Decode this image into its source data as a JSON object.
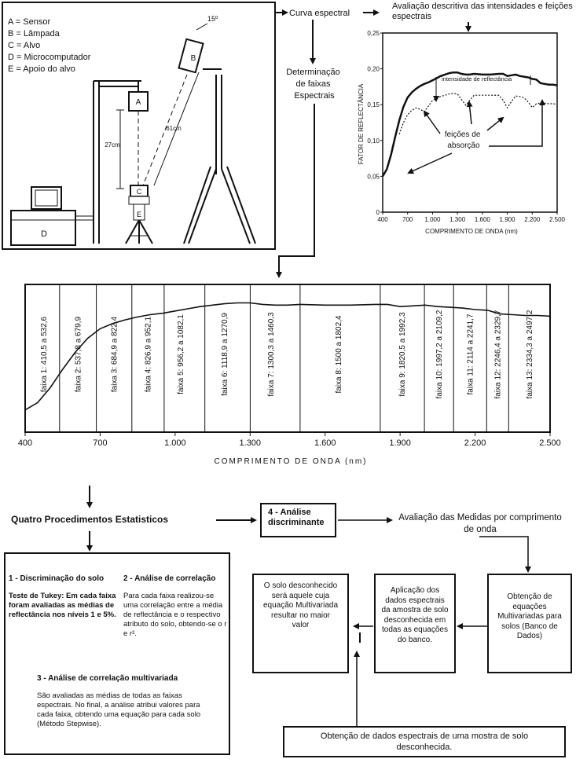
{
  "legend": [
    "A = Sensor",
    "B = Lâmpada",
    "C = Alvo",
    "D = Microcomputador",
    "E = Apoio do alvo"
  ],
  "setup": {
    "angle": "15º",
    "dist_vertical": "27cm",
    "dist_diag": "61cm",
    "tags": {
      "a": "A",
      "b": "B",
      "c": "C",
      "d": "D",
      "e": "E"
    }
  },
  "flow_top": {
    "curva": "Curva espectral",
    "avaliacao": "Avaliação descritiva das intensidades e feições espectrais",
    "determinacao": [
      "Determinação",
      "de faixas",
      "Espectrais"
    ]
  },
  "small_chart": {
    "ylabel": "FATOR DE REFLECTÂNCIA",
    "xlabel": "COMPRIMENTO DE ONDA (nm)",
    "yticks": [
      "0,25",
      "0,20",
      "0,15",
      "0,10",
      "0,05",
      "0"
    ],
    "xticks": [
      "400",
      "700",
      "1.000",
      "1.300",
      "1.600",
      "1.900",
      "2.200",
      "2.500"
    ],
    "annot_intensidade": "intensidade de reflectância",
    "annot_feicoes": [
      "feições de",
      "absorção"
    ]
  },
  "chart_data": {
    "type": "line",
    "xlabel": "COMPRIMENTO DE ONDA (nm)",
    "xticks": [
      "400",
      "700",
      "1.000",
      "1.300",
      "1.600",
      "1.900",
      "2.200",
      "2.500"
    ],
    "xlim": [
      400,
      2500
    ],
    "series": [
      {
        "x": [
          400,
          450,
          500,
          550,
          600,
          650,
          700,
          750,
          800,
          850,
          900,
          950,
          1000,
          1050,
          1100,
          1150,
          1200,
          1250,
          1300,
          1350,
          1400,
          1450,
          1500,
          1600,
          1700,
          1800,
          1850,
          1900,
          1950,
          2000,
          2050,
          2100,
          2150,
          2200,
          2250,
          2300,
          2350,
          2400,
          2450,
          2500
        ],
        "values": [
          0.05,
          0.06,
          0.08,
          0.105,
          0.128,
          0.147,
          0.16,
          0.167,
          0.172,
          0.176,
          0.179,
          0.181,
          0.184,
          0.187,
          0.19,
          0.192,
          0.194,
          0.195,
          0.195,
          0.193,
          0.192,
          0.192,
          0.193,
          0.192,
          0.192,
          0.193,
          0.193,
          0.19,
          0.191,
          0.192,
          0.19,
          0.189,
          0.188,
          0.186,
          0.185,
          0.18,
          0.179,
          0.178,
          0.178,
          0.177
        ]
      }
    ],
    "bands": [
      {
        "label": "faixa 1: 410,5 a 532,6",
        "from": 410.5,
        "to": 532.6
      },
      {
        "label": "faixa 2: 537,8 a 679,9",
        "from": 537.8,
        "to": 679.9
      },
      {
        "label": "faixa 3: 684,9 a 822,4",
        "from": 684.9,
        "to": 822.4
      },
      {
        "label": "faixa 4: 826,9 a 952,1",
        "from": 826.9,
        "to": 952.1
      },
      {
        "label": "faixa 5: 956,2 a 1082,1",
        "from": 956.2,
        "to": 1082.1
      },
      {
        "label": "faixa 6: 1118,9 a 1270,9",
        "from": 1118.9,
        "to": 1270.9
      },
      {
        "label": "faixa 7: 1300,3 a 1460,3",
        "from": 1300.3,
        "to": 1460.3
      },
      {
        "label": "faixa 8: 1500 a 1802,4",
        "from": 1500,
        "to": 1802.4
      },
      {
        "label": "faixa 9: 1820,5 a 1992,3",
        "from": 1820.5,
        "to": 1992.3
      },
      {
        "label": "faixa 10: 1997,2 a 2109,2",
        "from": 1997.2,
        "to": 2109.2
      },
      {
        "label": "faixa 11: 2114 a 2241,7",
        "from": 2114,
        "to": 2241.7
      },
      {
        "label": "faixa 12: 2246,4 a 2329,7",
        "from": 2246.4,
        "to": 2329.7
      },
      {
        "label": "faixa 13: 2334,3 a 2497,2",
        "from": 2334.3,
        "to": 2497.2
      }
    ]
  },
  "flow_bottom": {
    "quatro": "Quatro Procedimentos Estatisticos",
    "analise_disc": "4 - Análise discriminante",
    "avaliacao_medidas": "Avaliação das Medidas por comprimento de onda",
    "proc1_title": "1 - Discriminação do solo",
    "proc1_text": "Teste de Tukey: Em cada faixa foram avaliadas as médias de reflectância nos níveis 1 e 5%.",
    "proc2_title": "2 - Análise de correlação",
    "proc2_text": "Para cada faixa realizou-se uma correlação entre a média de reflectância e o respectivo atributo do solo, obtendo-se o r e r².",
    "proc3_title": "3 - Análise de correlação multivariada",
    "proc3_text": "São avaliadas as médias de todas as faixas espectrais. No final, a análise atribui valores para cada faixa, obtendo uma equação para cada solo (Método Stepwise).",
    "solo_box": "O solo desconhecido será aquele cuja equação Multivariada resultar no maior valor",
    "aplicacao_box": "Aplicação dos dados espectrais da amostra de solo desconhecida em todas as equações do banco.",
    "obtencao_eq_box": "Obtenção de equações Multivariadas para solos (Banco de Dados)",
    "obtencao_dados": "Obtenção de dados espectrais de uma mostra de solo desconhecida."
  }
}
